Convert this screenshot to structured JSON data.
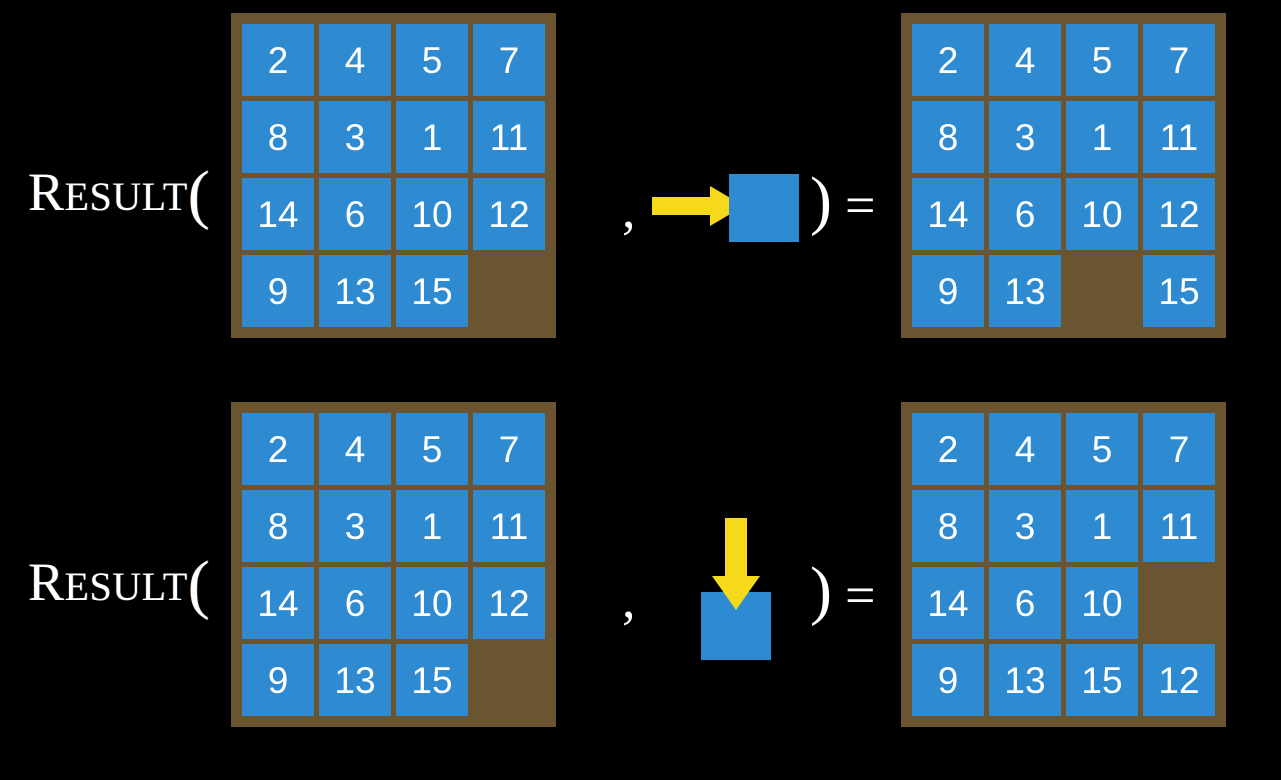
{
  "background_color": "#000000",
  "palette": {
    "board_frame": "#6b5430",
    "tile": "#2e8bd2",
    "tile_text": "#ffffff",
    "arrow": "#f5d91a",
    "label_text": "#ffffff"
  },
  "symbols": {
    "comma": ",",
    "close_paren": ")",
    "equals": "=",
    "open_paren": "(",
    "result_first_letter": "R",
    "result_rest_letters": "ESULT"
  },
  "rows": [
    {
      "id": "row-1",
      "label": "RESULT(",
      "input_board": {
        "caption": "input-board-row-1",
        "grid": [
          [
            "2",
            "4",
            "5",
            "7"
          ],
          [
            "8",
            "3",
            "1",
            "11"
          ],
          [
            "14",
            "6",
            "10",
            "12"
          ],
          [
            "9",
            "13",
            "15",
            ""
          ]
        ]
      },
      "action": {
        "direction": "right",
        "arrow_icon": "arrow-right-icon",
        "tile_label": ""
      },
      "output_board": {
        "caption": "output-board-row-1",
        "grid": [
          [
            "2",
            "4",
            "5",
            "7"
          ],
          [
            "8",
            "3",
            "1",
            "11"
          ],
          [
            "14",
            "6",
            "10",
            "12"
          ],
          [
            "9",
            "13",
            "",
            "15"
          ]
        ]
      }
    },
    {
      "id": "row-2",
      "label": "RESULT(",
      "input_board": {
        "caption": "input-board-row-2",
        "grid": [
          [
            "2",
            "4",
            "5",
            "7"
          ],
          [
            "8",
            "3",
            "1",
            "11"
          ],
          [
            "14",
            "6",
            "10",
            "12"
          ],
          [
            "9",
            "13",
            "15",
            ""
          ]
        ]
      },
      "action": {
        "direction": "down",
        "arrow_icon": "arrow-down-icon",
        "tile_label": ""
      },
      "output_board": {
        "caption": "output-board-row-2",
        "grid": [
          [
            "2",
            "4",
            "5",
            "7"
          ],
          [
            "8",
            "3",
            "1",
            "11"
          ],
          [
            "14",
            "6",
            "10",
            ""
          ],
          [
            "9",
            "13",
            "15",
            "12"
          ]
        ]
      }
    }
  ]
}
